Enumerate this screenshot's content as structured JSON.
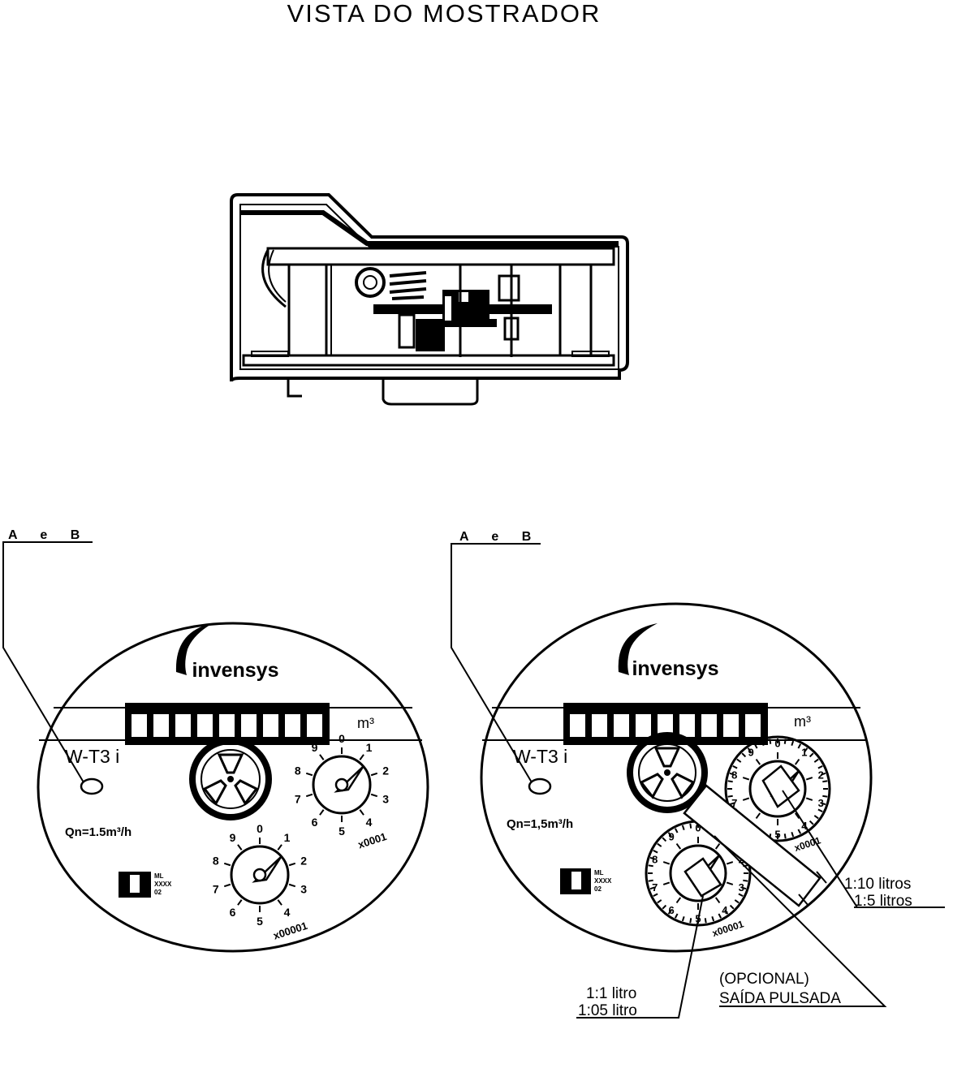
{
  "title": "VISTA DO MOSTRADOR",
  "left_dial": {
    "callout": "A e B",
    "brand": "invensys",
    "unit": "m³",
    "model": "W-T3 i",
    "qn": "Qn=1.5m³/h",
    "cert": [
      "ML",
      "XXXX",
      "02"
    ],
    "dial1": {
      "numbers": [
        "0",
        "1",
        "2",
        "3",
        "4",
        "5",
        "6",
        "7",
        "8",
        "9"
      ],
      "multiplier": "x0001"
    },
    "dial2": {
      "numbers": [
        "0",
        "1",
        "2",
        "3",
        "4",
        "5",
        "6",
        "7",
        "8",
        "9"
      ],
      "multiplier": "x00001"
    }
  },
  "right_dial": {
    "callout": "A e B",
    "brand": "invensys",
    "unit": "m³",
    "model": "W-T3 i",
    "qn": "Qn=1,5m³/h",
    "cert": [
      "ML",
      "XXXX",
      "02"
    ],
    "dial1": {
      "numbers": [
        "0",
        "1",
        "2",
        "3",
        "4",
        "5",
        "6",
        "7",
        "8",
        "9"
      ],
      "multiplier": "x0001"
    },
    "dial2": {
      "numbers": [
        "0",
        "1",
        "2",
        "3",
        "4",
        "5",
        "6",
        "7",
        "8",
        "9"
      ],
      "multiplier": "x00001"
    },
    "label_ratio_a1": "1:10 litros",
    "label_ratio_a2": "1:5 litros",
    "label_ratio_b1": "1:1 litro",
    "label_ratio_b2": "1:05 litro",
    "label_opt1": "(OPCIONAL)",
    "label_opt2": "SAÍDA PULSADA"
  }
}
